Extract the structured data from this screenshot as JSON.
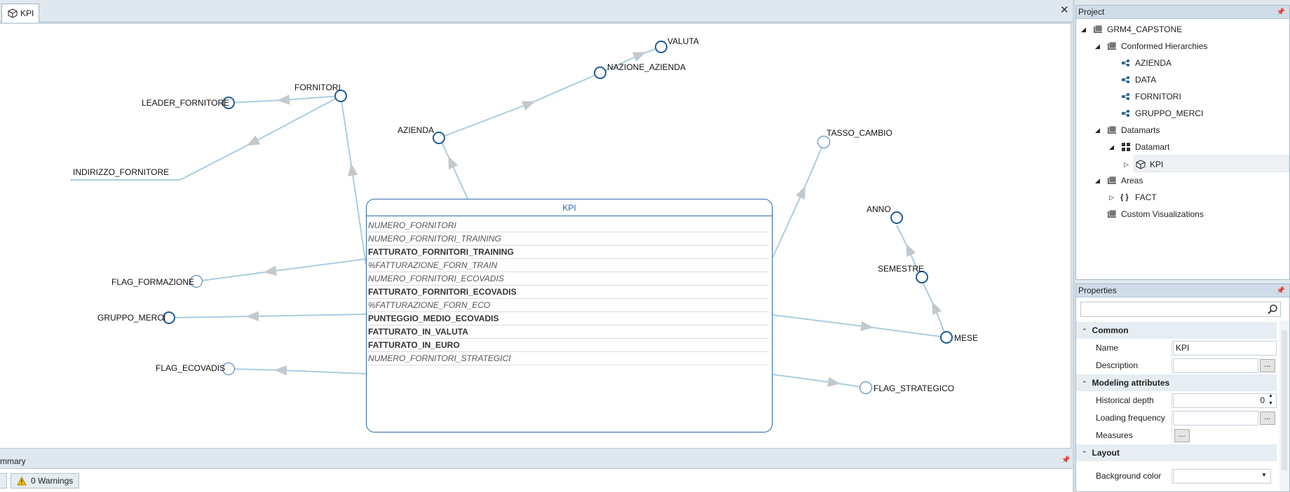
{
  "tabs": [
    {
      "label": "KPI",
      "icon": "cube-icon"
    }
  ],
  "canvas": {
    "center_entity": {
      "title": "KPI",
      "fields": [
        {
          "name": "NUMERO_FORNITORI",
          "style": "italic"
        },
        {
          "name": "NUMERO_FORNITORI_TRAINING",
          "style": "italic"
        },
        {
          "name": "FATTURATO_FORNITORI_TRAINING",
          "style": "bold"
        },
        {
          "name": "%FATTURAZIONE_FORN_TRAIN",
          "style": "italic"
        },
        {
          "name": "NUMERO_FORNITORI_ECOVADIS",
          "style": "italic"
        },
        {
          "name": "FATTURATO_FORNITORI_ECOVADIS",
          "style": "bold"
        },
        {
          "name": "%FATTURAZIONE_FORN_ECO",
          "style": "italic"
        },
        {
          "name": "PUNTEGGIO_MEDIO_ECOVADIS",
          "style": "bold"
        },
        {
          "name": "FATTURATO_IN_VALUTA",
          "style": "bold"
        },
        {
          "name": "FATTURATO_IN_EURO",
          "style": "bold"
        },
        {
          "name": "NUMERO_FORNITORI_STRATEGICI",
          "style": "italic"
        }
      ]
    },
    "nodes": {
      "valuta": "VALUTA",
      "nazione_azienda": "NAZIONE_AZIENDA",
      "azienda": "AZIENDA",
      "fornitori": "FORNITORI",
      "leader_fornitore": "LEADER_FORNITORE",
      "indirizzo_fornitore": "INDIRIZZO_FORNITORE",
      "tasso_cambio": "TASSO_CAMBIO",
      "anno": "ANNO",
      "semestre": "SEMESTRE",
      "mese": "MESE",
      "flag_formazione": "FLAG_FORMAZIONE",
      "gruppo_merci": "GRUPPO_MERCI",
      "flag_ecovadis": "FLAG_ECOVADIS",
      "flag_strategico": "FLAG_STRATEGICO"
    },
    "edge_color": "#a9cde0",
    "node_color": "#1f5a96"
  },
  "summary": {
    "title": "mmary",
    "warnings_label": "0 Warnings"
  },
  "project": {
    "title": "Project",
    "tree": {
      "root": "GRM4_CAPSTONE",
      "conformed": "Conformed Hierarchies",
      "azienda": "AZIENDA",
      "data": "DATA",
      "fornitori": "FORNITORI",
      "gruppo_merci": "GRUPPO_MERCI",
      "datamarts": "Datamarts",
      "datamart": "Datamart",
      "kpi": "KPI",
      "areas": "Areas",
      "fact": "FACT",
      "custom_vis": "Custom Visualizations"
    }
  },
  "properties": {
    "title": "Properties",
    "search_placeholder": "",
    "sections": {
      "common": "Common",
      "modeling": "Modeling attributes",
      "layout": "Layout"
    },
    "rows": {
      "name_label": "Name",
      "name_value": "KPI",
      "description_label": "Description",
      "description_value": "",
      "historical_depth_label": "Historical depth",
      "historical_depth_value": "0",
      "loading_frequency_label": "Loading frequency",
      "loading_frequency_value": "",
      "measures_label": "Measures",
      "background_color_label": "Background color",
      "background_color_value": ""
    },
    "ellipsis": "..."
  }
}
